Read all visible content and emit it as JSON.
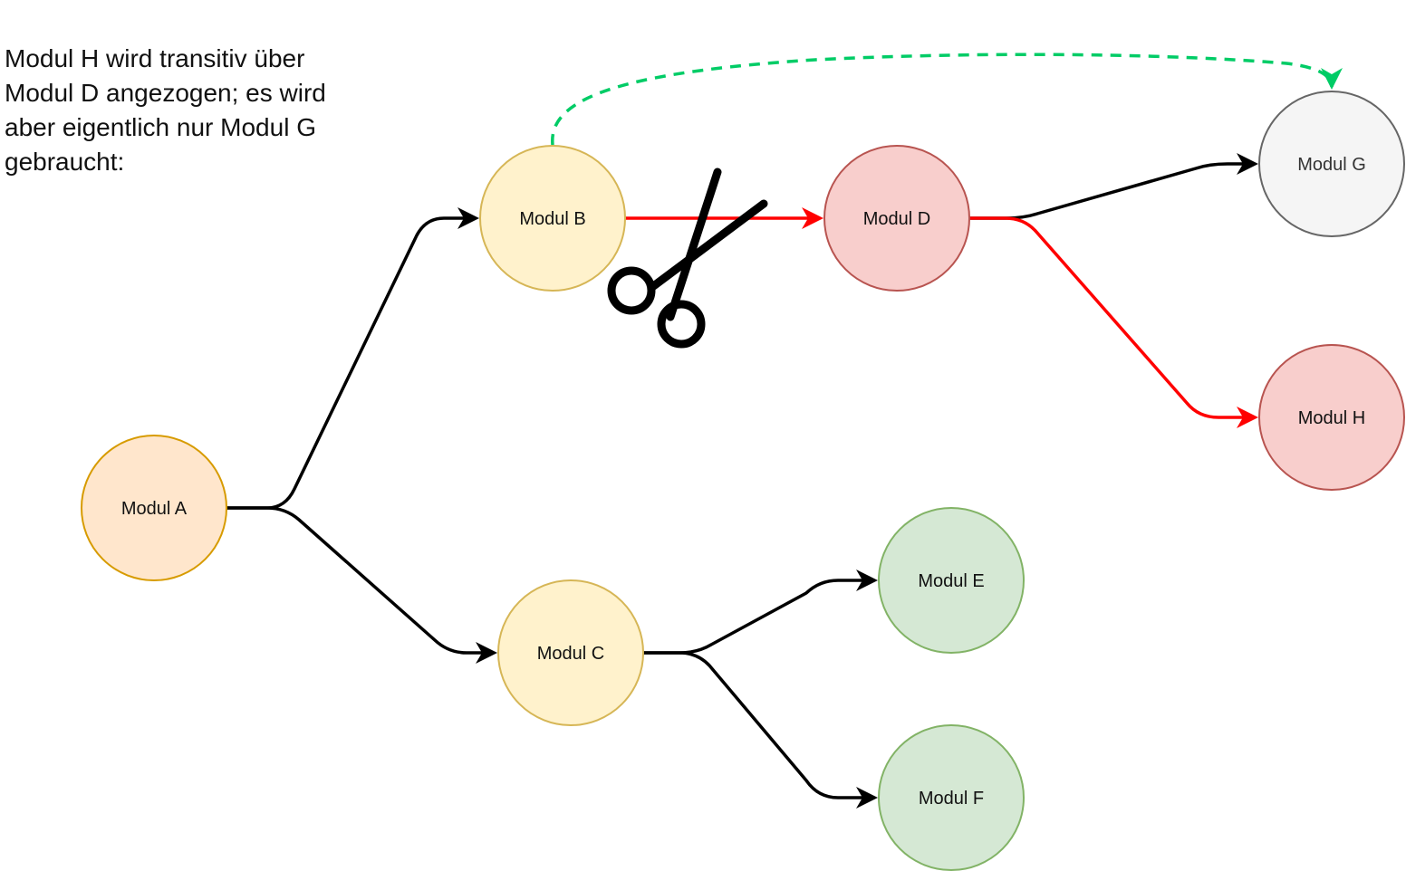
{
  "caption": "Modul H wird transitiv über\nModul D angezogen; es wird\naber eigentlich nur Modul G\ngebraucht:",
  "nodes": [
    {
      "id": "A",
      "label": "Modul A",
      "fill": "#ffe6cc",
      "stroke": "#d79b00",
      "text": "#111111"
    },
    {
      "id": "B",
      "label": "Modul B",
      "fill": "#fff2cc",
      "stroke": "#d6b656",
      "text": "#111111"
    },
    {
      "id": "C",
      "label": "Modul C",
      "fill": "#fff2cc",
      "stroke": "#d6b656",
      "text": "#111111"
    },
    {
      "id": "D",
      "label": "Modul D",
      "fill": "#f8cecc",
      "stroke": "#b85450",
      "text": "#111111"
    },
    {
      "id": "E",
      "label": "Modul E",
      "fill": "#d5e8d4",
      "stroke": "#82b366",
      "text": "#111111"
    },
    {
      "id": "F",
      "label": "Modul F",
      "fill": "#d5e8d4",
      "stroke": "#82b366",
      "text": "#111111"
    },
    {
      "id": "G",
      "label": "Modul G",
      "fill": "#f5f5f5",
      "stroke": "#666666",
      "text": "#333333"
    },
    {
      "id": "H",
      "label": "Modul H",
      "fill": "#f8cecc",
      "stroke": "#b85450",
      "text": "#111111"
    }
  ],
  "edges": [
    {
      "from": "A",
      "to": "B",
      "color": "#000000",
      "style": "solid"
    },
    {
      "from": "A",
      "to": "C",
      "color": "#000000",
      "style": "solid"
    },
    {
      "from": "B",
      "to": "D",
      "color": "#ff0000",
      "style": "solid",
      "cut": true
    },
    {
      "from": "C",
      "to": "E",
      "color": "#000000",
      "style": "solid"
    },
    {
      "from": "C",
      "to": "F",
      "color": "#000000",
      "style": "solid"
    },
    {
      "from": "D",
      "to": "G",
      "color": "#000000",
      "style": "solid"
    },
    {
      "from": "D",
      "to": "H",
      "color": "#ff0000",
      "style": "solid"
    },
    {
      "from": "B",
      "to": "G",
      "color": "#00cc66",
      "style": "dashed"
    }
  ],
  "icons": {
    "cut": "scissors-icon"
  }
}
